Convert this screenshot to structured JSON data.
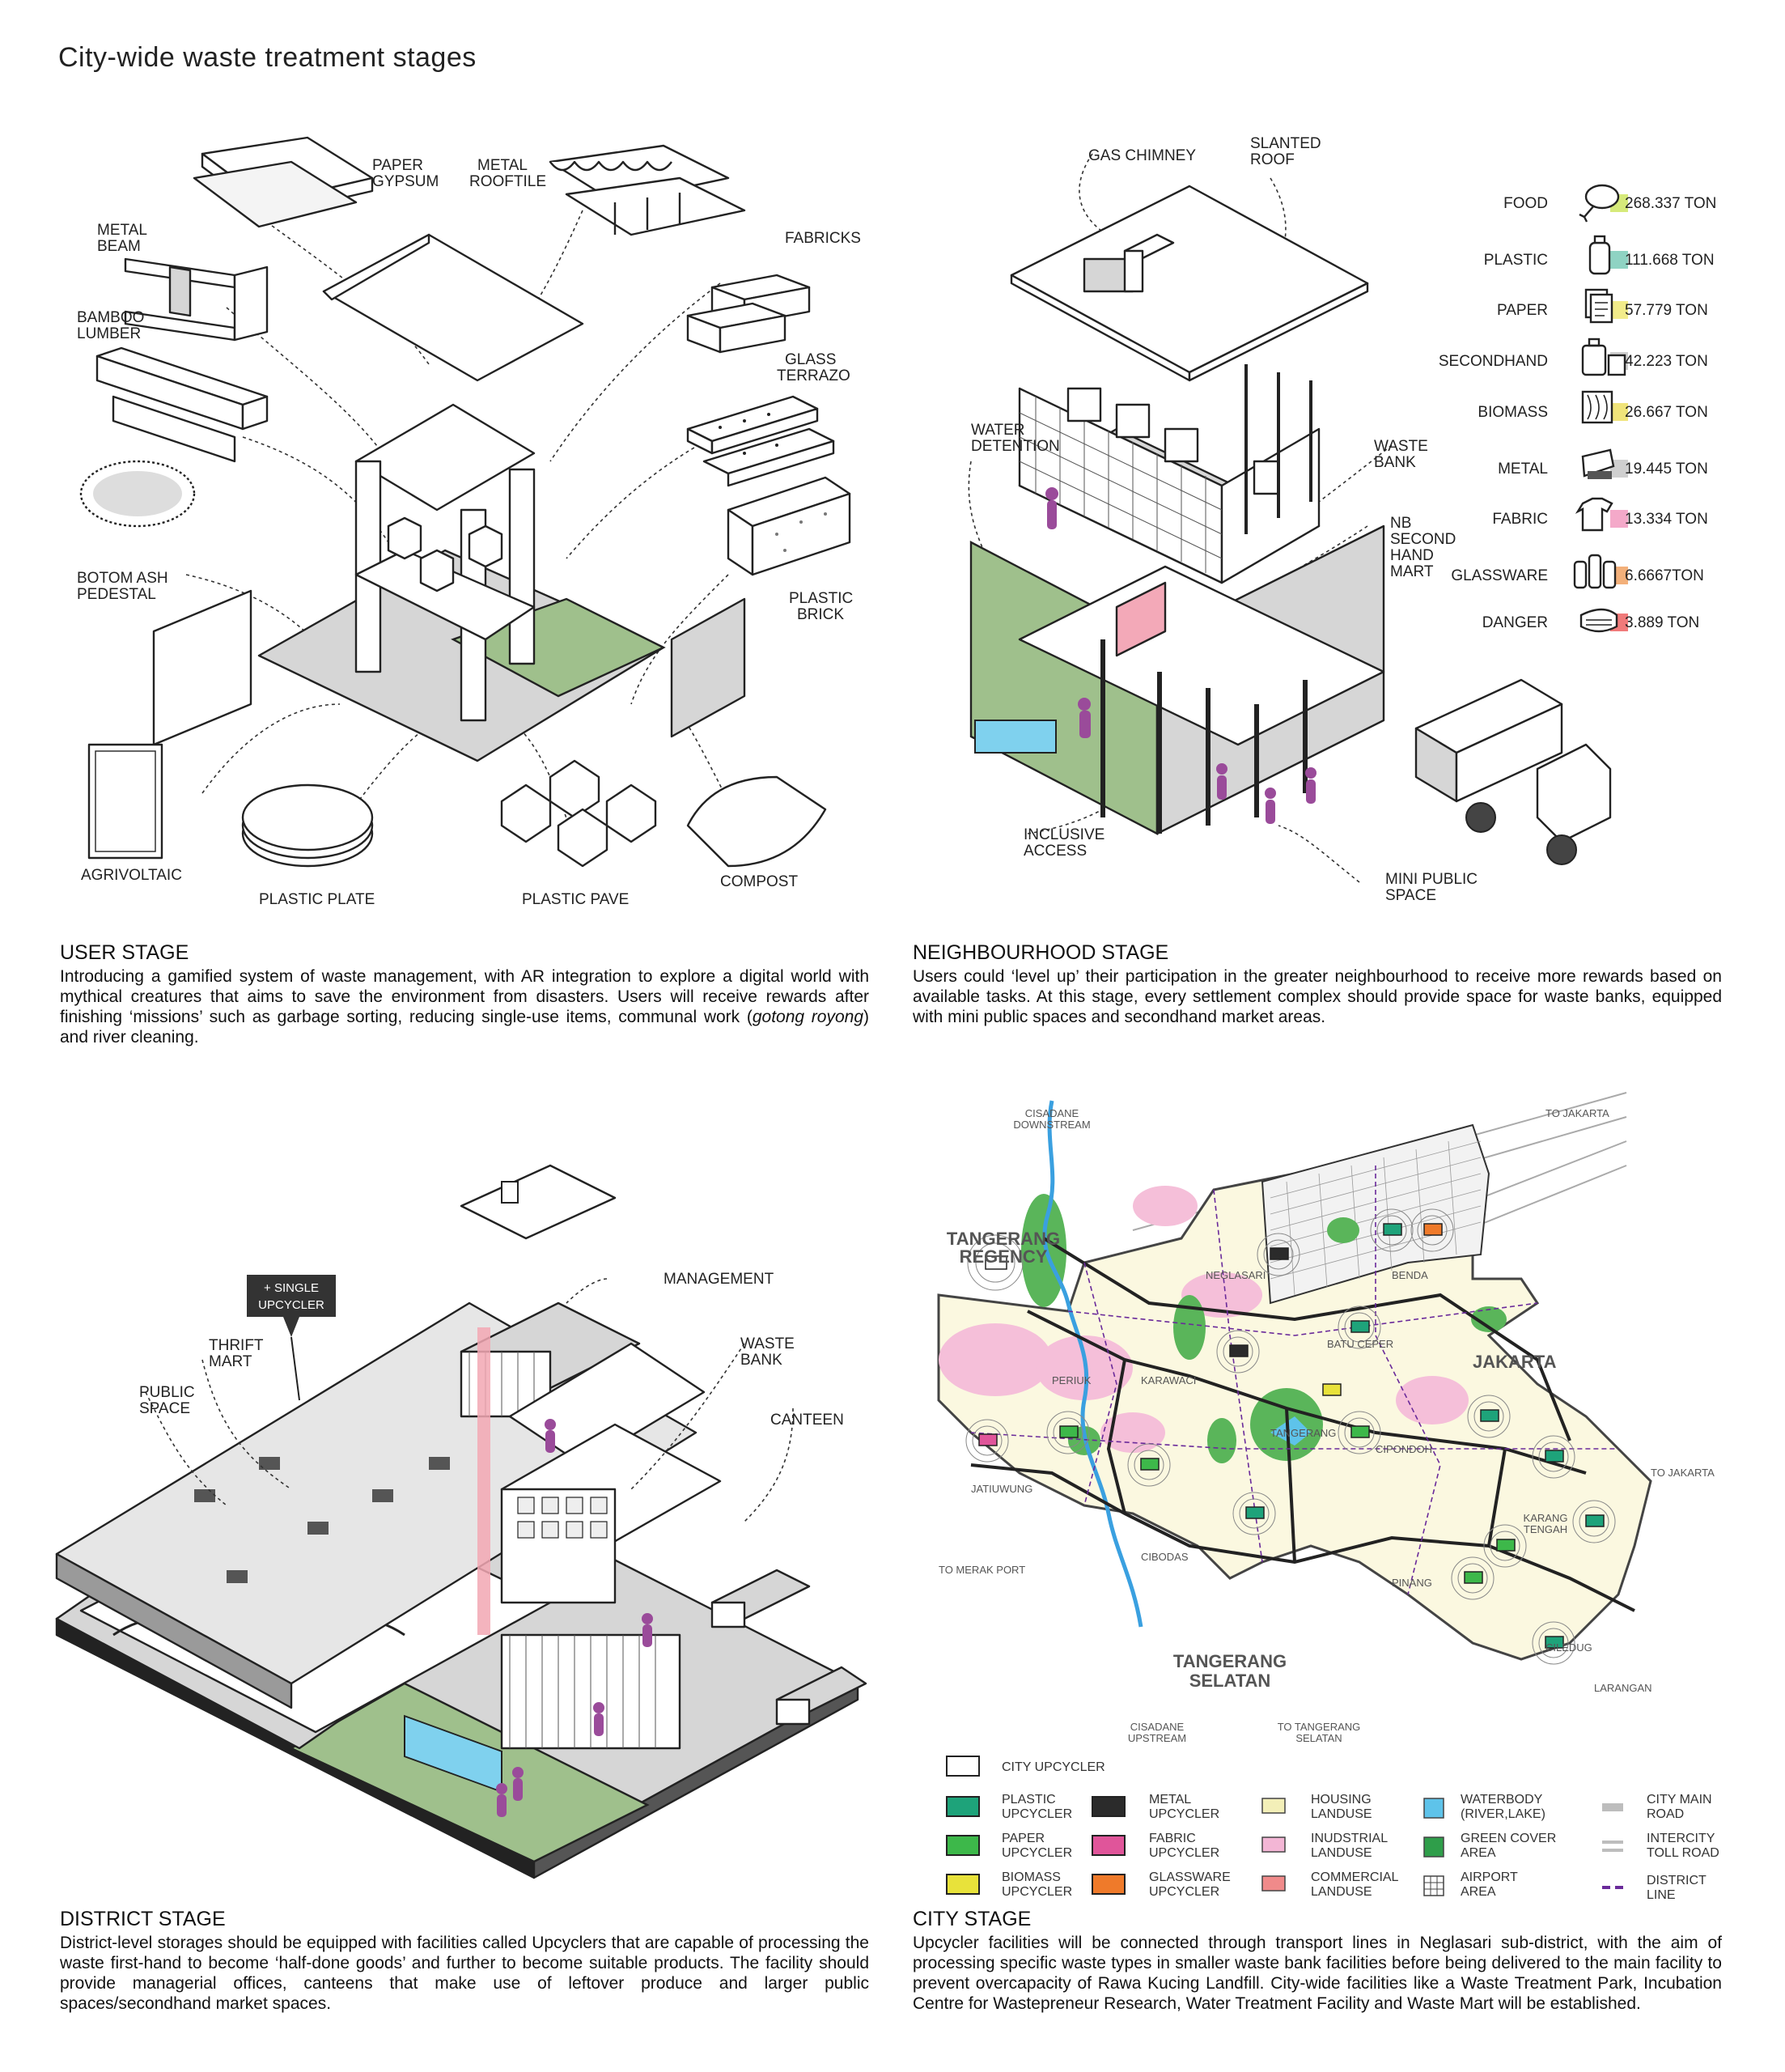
{
  "title": "City-wide waste treatment stages",
  "user_stage": {
    "heading": "USER STAGE",
    "body_parts": [
      "Introducing a gamified system of waste management, with AR integration to explore a digital world with mythical creatures that aims to save the environment from disasters. Users will receive rewards after finishing ‘missions’ such as garbage sorting, reducing single-use items, communal work (",
      "gotong royong",
      ") and river cleaning."
    ],
    "labels": {
      "paper_gypsum": [
        "PAPER",
        "GYPSUM"
      ],
      "metal_rooftile": [
        "METAL",
        "ROOFTILE"
      ],
      "metal_beam": [
        "METAL",
        "BEAM"
      ],
      "fabricks": "FABRICKS",
      "bamboo_lumber": [
        "BAMBOO",
        "LUMBER"
      ],
      "glass_terrazo": [
        "GLASS",
        "TERRAZO"
      ],
      "botom_ash_pedestal": [
        "BOTOM ASH",
        "PEDESTAL"
      ],
      "plastic_brick": [
        "PLASTIC",
        "BRICK"
      ],
      "agrivoltaic": "AGRIVOLTAIC",
      "plastic_plate": "PLASTIC PLATE",
      "plastic_pave": "PLASTIC PAVE",
      "compost": "COMPOST"
    }
  },
  "neighbourhood_stage": {
    "heading": "NEIGHBOURHOOD STAGE",
    "body": "Users could ‘level up’ their participation in the greater neighbourhood to receive more rewards based on available tasks. At this stage, every settlement complex should provide space for waste banks, equipped with mini public spaces and secondhand market areas.",
    "labels": {
      "gas_chimney": "GAS CHIMNEY",
      "slanted_roof": [
        "SLANTED",
        "ROOF"
      ],
      "water_detention": [
        "WATER",
        "DETENTION"
      ],
      "waste_bank": [
        "WASTE",
        "BANK"
      ],
      "nb_second_hand_mart": [
        "NB",
        "SECOND",
        "HAND",
        "MART"
      ],
      "inclusive_access": [
        "INCLUSIVE",
        "ACCESS"
      ],
      "mini_public_space": [
        "MINI PUBLIC",
        "SPACE"
      ]
    },
    "waste_table": [
      {
        "category": "FOOD",
        "amount": "268.337 TON",
        "accent": "#d6ea7a",
        "icon": "drumstick-icon"
      },
      {
        "category": "PLASTIC",
        "amount": "111.668 TON",
        "accent": "#8fd3c3",
        "icon": "bottle-icon"
      },
      {
        "category": "PAPER",
        "amount": "57.779 TON",
        "accent": "#f2ec8a",
        "icon": "paper-stack-icon"
      },
      {
        "category": "SECONDHAND",
        "amount": "42.223 TON",
        "accent": "#cfcfcf",
        "icon": "suitcase-icon"
      },
      {
        "category": "BIOMASS",
        "amount": "26.667 TON",
        "accent": "#f0e47a",
        "icon": "wood-grain-icon"
      },
      {
        "category": "METAL",
        "amount": "19.445 TON",
        "accent": "#cfcfcf",
        "icon": "can-crush-icon"
      },
      {
        "category": "FABRIC",
        "amount": "13.334 TON",
        "accent": "#f4a9c9",
        "icon": "tshirt-icon"
      },
      {
        "category": "GLASSWARE",
        "amount": "6.6667TON",
        "accent": "#f3b07a",
        "icon": "glass-bottles-icon"
      },
      {
        "category": "DANGER",
        "amount": "3.889 TON",
        "accent": "#f07a7a",
        "icon": "mask-icon"
      }
    ]
  },
  "district_stage": {
    "heading": "DISTRICT STAGE",
    "body": "District-level storages should be equipped with facilities called Upcyclers that are capable of processing the waste first-hand to become ‘half-done goods’ and further to become suitable products. The facility should provide managerial offices, canteens that make use of leftover produce and larger public spaces/secondhand market spaces.",
    "labels": {
      "single_upcycler": [
        "+ SINGLE",
        "UPCYCLER"
      ],
      "management": "MANAGEMENT",
      "thrift_mart": [
        "THRIFT",
        "MART"
      ],
      "waste_bank": [
        "WASTE",
        "BANK"
      ],
      "public_space": [
        "PUBLIC",
        "SPACE"
      ],
      "canteen": "CANTEEN"
    }
  },
  "city_stage": {
    "heading": "CITY STAGE",
    "body": "Upcycler facilities will be connected through transport lines in Neglasari sub-district, with the aim of processing specific waste types in smaller waste bank facilities before being delivered to the main facility to prevent overcapacity of Rawa Kucing Landfill. City-wide facilities like a Waste Treatment Park, Incubation Centre for Wastepreneur Research, Water Treatment Facility and Waste Mart will be established.",
    "map_labels": {
      "cisadane_downstream": [
        "CISADANE",
        "DOWNSTREAM"
      ],
      "to_jakarta_top": "TO JAKARTA",
      "tangerang_regency": [
        "TANGERANG",
        "REGENCY"
      ],
      "jakarta": "JAKARTA",
      "neglasari": "NEGLASARI",
      "benda": "BENDA",
      "batu_ceper": "BATU CEPER",
      "periuk": "PERIUK",
      "karawaci": "KARAWACI",
      "tangerang": "TANGERANG",
      "cipondoh": "CIPONDOH",
      "to_jakarta_right": "TO JAKARTA",
      "jatiuwung": "JATIUWUNG",
      "karang_tengah": [
        "KARANG",
        "TENGAH"
      ],
      "to_merak_port": "TO MERAK PORT",
      "cibodas": "CIBODAS",
      "pinang": "PINANG",
      "ciledug": "CILEDUG",
      "tangerang_selatan": [
        "TANGERANG",
        "SELATAN"
      ],
      "larangan": "LARANGAN",
      "cisadane_upstream": [
        "CISADANE",
        "UPSTREAM"
      ],
      "to_tangerang_selatan": [
        "TO TANGERANG",
        "SELATAN"
      ]
    },
    "legend": [
      {
        "label": [
          "CITY UPCYCLER"
        ],
        "color": "#ffffff",
        "kind": "truck"
      },
      {
        "label": [
          "PLASTIC",
          "UPCYCLER"
        ],
        "color": "#1ea37a",
        "kind": "truck"
      },
      {
        "label": [
          "METAL",
          "UPCYCLER"
        ],
        "color": "#2b2b2b",
        "kind": "truck"
      },
      {
        "label": [
          "HOUSING",
          "LANDUSE"
        ],
        "color": "#f3efb8",
        "kind": "block"
      },
      {
        "label": [
          "WATERBODY",
          "(RIVER,LAKE)"
        ],
        "color": "#5ec3ea",
        "kind": "square"
      },
      {
        "label": [
          "CITY MAIN",
          "ROAD"
        ],
        "color": "#bdbdbd",
        "kind": "road"
      },
      {
        "label": [
          "PAPER",
          "UPCYCLER"
        ],
        "color": "#3db84a",
        "kind": "truck"
      },
      {
        "label": [
          "FABRIC",
          "UPCYCLER"
        ],
        "color": "#e0559a",
        "kind": "truck"
      },
      {
        "label": [
          "INUDSTRIAL",
          "LANDUSE"
        ],
        "color": "#f3b6d5",
        "kind": "block"
      },
      {
        "label": [
          "GREEN COVER",
          "AREA"
        ],
        "color": "#2f9e4a",
        "kind": "square"
      },
      {
        "label": [
          "INTERCITY",
          "TOLL ROAD"
        ],
        "color": "#bdbdbd",
        "kind": "double-road"
      },
      {
        "label": [
          "BIOMASS",
          "UPCYCLER"
        ],
        "color": "#e8e23a",
        "kind": "truck"
      },
      {
        "label": [
          "GLASSWARE",
          "UPCYCLER"
        ],
        "color": "#ef7a2a",
        "kind": "truck"
      },
      {
        "label": [
          "COMMERCIAL",
          "LANDUSE"
        ],
        "color": "#f08a8a",
        "kind": "block"
      },
      {
        "label": [
          "AIRPORT",
          "AREA"
        ],
        "color": "#ffffff",
        "kind": "grid"
      },
      {
        "label": [
          "DISTRICT",
          "LINE"
        ],
        "color": "#6a2a9a",
        "kind": "dash"
      }
    ]
  }
}
